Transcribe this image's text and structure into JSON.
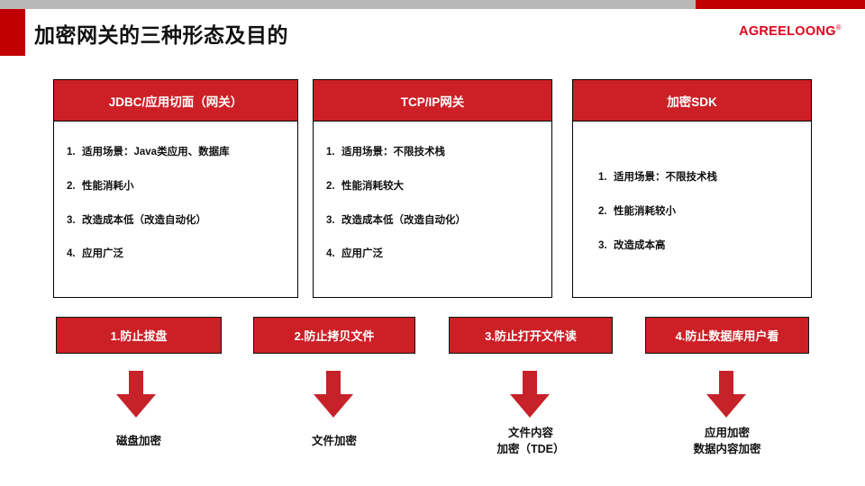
{
  "header": {
    "title": "加密网关的三种形态及目的",
    "brand": "AGREELOONG",
    "brand_mark": "®",
    "accent_red": "#c00000",
    "bar_gray": "#b8b8b8"
  },
  "cards": [
    {
      "title": "JDBC/应用切面（网关）",
      "items": [
        {
          "num": "1.",
          "text": "适用场景：Java类应用、数据库"
        },
        {
          "num": "2.",
          "text": "性能消耗小"
        },
        {
          "num": "3.",
          "text": "改造成本低（改造自动化）"
        },
        {
          "num": "4.",
          "text": "应用广泛"
        }
      ]
    },
    {
      "title": "TCP/IP网关",
      "items": [
        {
          "num": "1.",
          "text": "适用场景：不限技术栈"
        },
        {
          "num": "2.",
          "text": "性能消耗较大"
        },
        {
          "num": "3.",
          "text": "改造成本低（改造自动化）"
        },
        {
          "num": "4.",
          "text": "应用广泛"
        }
      ]
    },
    {
      "title": "加密SDK",
      "items": [
        {
          "num": "1.",
          "text": "适用场景：不限技术栈"
        },
        {
          "num": "2.",
          "text": "性能消耗较小"
        },
        {
          "num": "3.",
          "text": "改造成本高"
        }
      ]
    }
  ],
  "purposes": [
    {
      "chip": "1.防止拔盘",
      "arrow_icon": "down-arrow-icon",
      "outcome_line1": "磁盘加密",
      "outcome_line2": ""
    },
    {
      "chip": "2.防止拷贝文件",
      "arrow_icon": "down-arrow-icon",
      "outcome_line1": "文件加密",
      "outcome_line2": ""
    },
    {
      "chip": "3.防止打开文件读",
      "arrow_icon": "down-arrow-icon",
      "outcome_line1": "文件内容",
      "outcome_line2": "加密（TDE）"
    },
    {
      "chip": "4.防止数据库用户看",
      "arrow_icon": "down-arrow-icon",
      "outcome_line1": "应用加密",
      "outcome_line2": "数据内容加密"
    }
  ],
  "colors": {
    "card_header_red": "#cc2026",
    "chip_red": "#cc2026",
    "arrow_red": "#c7222a",
    "text_dark": "#111111"
  }
}
